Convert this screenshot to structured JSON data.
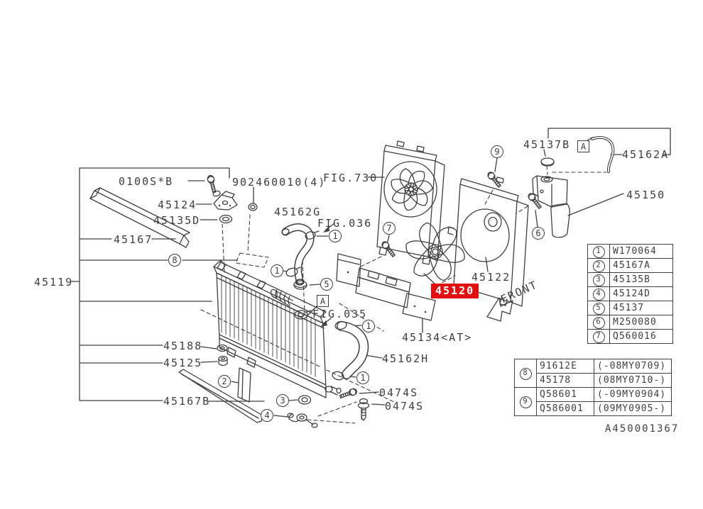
{
  "meta": {
    "doc_number": "A450001367"
  },
  "colors": {
    "line": "#3f3f3f",
    "highlight_bg": "#e01010",
    "highlight_text": "#ffffff"
  },
  "labels": {
    "l45119": "45119",
    "l0100sb": "0100S*B",
    "l90246": "902460010(4)",
    "l45124": "45124",
    "l45135d": "45135D",
    "l45167": "45167",
    "lfig730": "FIG.730",
    "l45162g": "45162G",
    "lfig036": "FIG.036",
    "l45137b": "45137B",
    "l45162a": "45162A",
    "l45150": "45150",
    "l45122": "45122",
    "l45120": "45120",
    "l45134": "45134<AT>",
    "l45162h": "45162H",
    "lfig035": "FIG.035",
    "l45188": "45188",
    "l45125": "45125",
    "l45167b": "45167B",
    "l0474s_1": "0474S",
    "l0474s_2": "0474S",
    "lfront": "FRONT",
    "abox": "A"
  },
  "callouts": {
    "c1": "1",
    "c2": "2",
    "c3": "3",
    "c4": "4",
    "c5": "5",
    "c6": "6",
    "c7": "7",
    "c8": "8",
    "c9": "9"
  },
  "ref_table": {
    "rows": [
      {
        "num": "1",
        "part": "W170064"
      },
      {
        "num": "2",
        "part": "45167A"
      },
      {
        "num": "3",
        "part": "45135B"
      },
      {
        "num": "4",
        "part": "45124D"
      },
      {
        "num": "5",
        "part": "45137"
      },
      {
        "num": "6",
        "part": "M250080"
      },
      {
        "num": "7",
        "part": "Q560016"
      }
    ]
  },
  "variant_table": {
    "groups": [
      {
        "num": "8",
        "rows": [
          {
            "part": "91612E",
            "range": "(-08MY0709)"
          },
          {
            "part": "45178",
            "range": "(08MY0710-)"
          }
        ]
      },
      {
        "num": "9",
        "rows": [
          {
            "part": "Q58601",
            "range": "(-09MY0904)"
          },
          {
            "part": "Q586001",
            "range": "(09MY0905-)"
          }
        ]
      }
    ]
  }
}
